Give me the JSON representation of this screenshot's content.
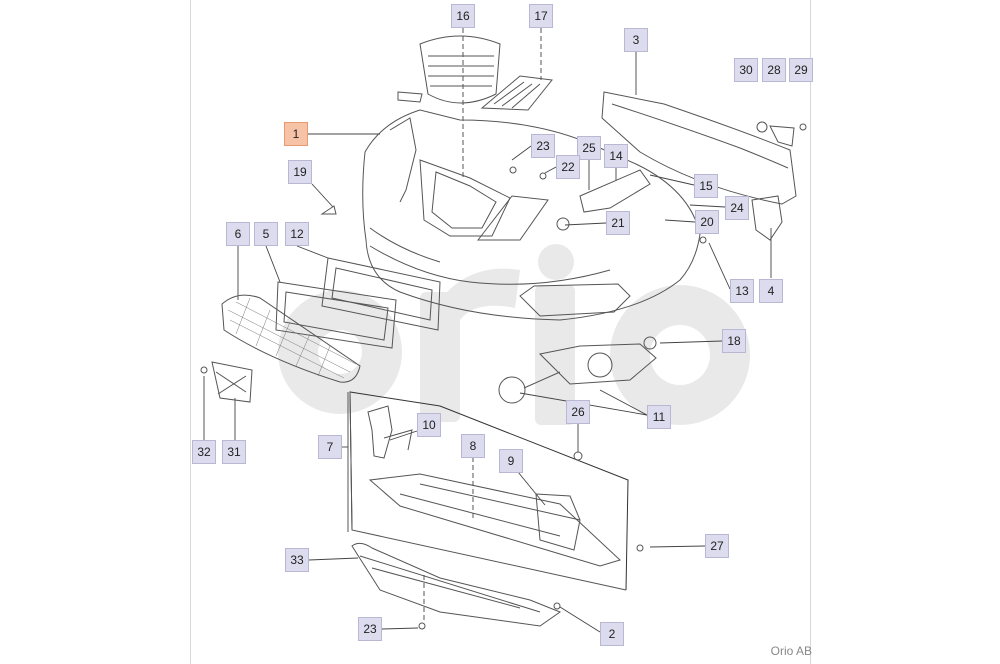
{
  "diagram": {
    "credit": "Orio AB",
    "highlight_color": "#f6c3a6",
    "label_color": "#dcdcee",
    "watermark_color": "#e6e6e6",
    "callouts": [
      {
        "id": "c16",
        "label": "16"
      },
      {
        "id": "c17",
        "label": "17"
      },
      {
        "id": "c3",
        "label": "3"
      },
      {
        "id": "c30",
        "label": "30"
      },
      {
        "id": "c28",
        "label": "28"
      },
      {
        "id": "c29",
        "label": "29"
      },
      {
        "id": "c1",
        "label": "1",
        "highlight": true
      },
      {
        "id": "c23a",
        "label": "23"
      },
      {
        "id": "c25",
        "label": "25"
      },
      {
        "id": "c22",
        "label": "22"
      },
      {
        "id": "c14",
        "label": "14"
      },
      {
        "id": "c19",
        "label": "19"
      },
      {
        "id": "c15",
        "label": "15"
      },
      {
        "id": "c24",
        "label": "24"
      },
      {
        "id": "c21",
        "label": "21"
      },
      {
        "id": "c20",
        "label": "20"
      },
      {
        "id": "c6",
        "label": "6"
      },
      {
        "id": "c5",
        "label": "5"
      },
      {
        "id": "c12",
        "label": "12"
      },
      {
        "id": "c13",
        "label": "13"
      },
      {
        "id": "c4",
        "label": "4"
      },
      {
        "id": "c18",
        "label": "18"
      },
      {
        "id": "c11",
        "label": "11"
      },
      {
        "id": "c26",
        "label": "26"
      },
      {
        "id": "c10",
        "label": "10"
      },
      {
        "id": "c7",
        "label": "7"
      },
      {
        "id": "c8",
        "label": "8"
      },
      {
        "id": "c9",
        "label": "9"
      },
      {
        "id": "c32",
        "label": "32"
      },
      {
        "id": "c31",
        "label": "31"
      },
      {
        "id": "c27",
        "label": "27"
      },
      {
        "id": "c33",
        "label": "33"
      },
      {
        "id": "c23b",
        "label": "23"
      },
      {
        "id": "c2",
        "label": "2"
      }
    ]
  }
}
